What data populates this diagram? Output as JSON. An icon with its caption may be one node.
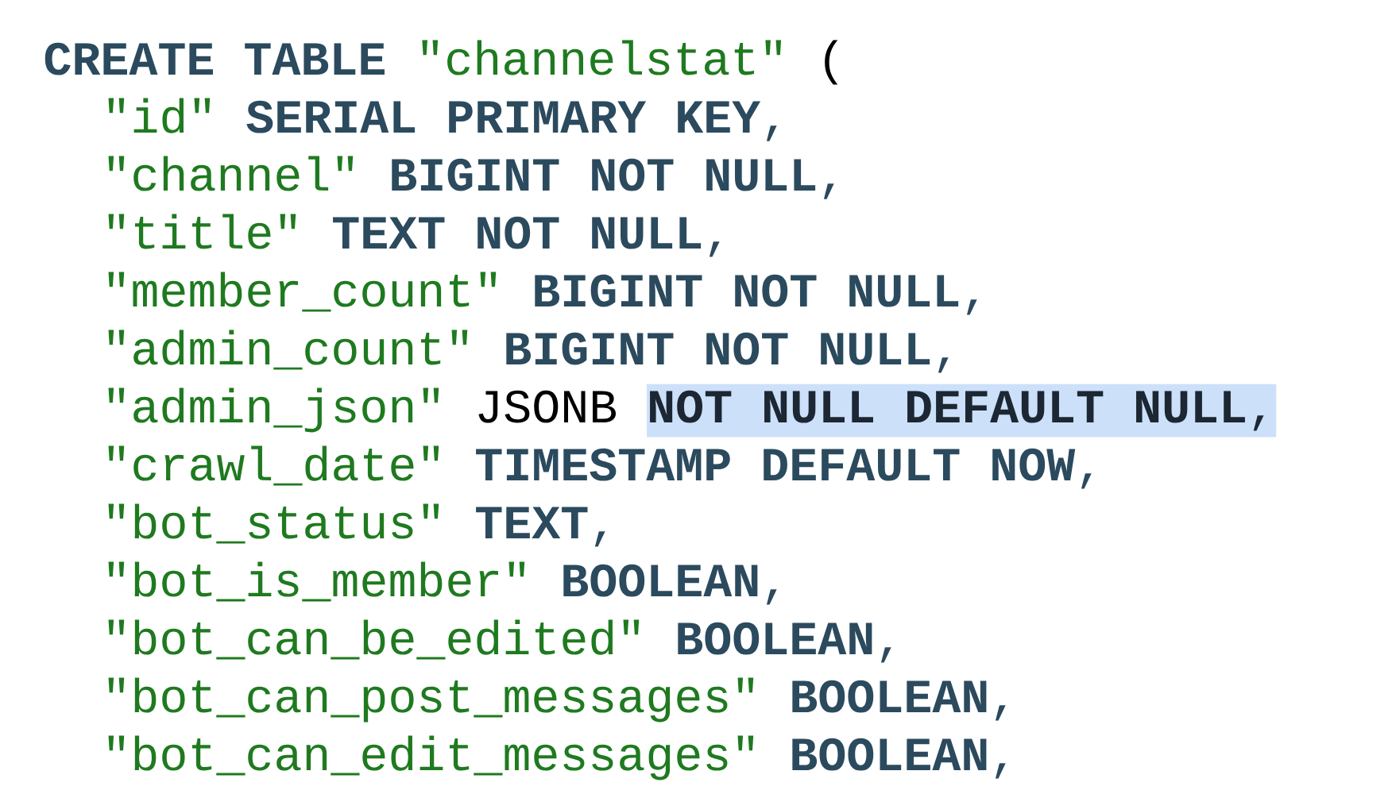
{
  "diagram": {
    "labels": [
      "CREATE TABLE",
      "\"channelstat\"",
      "(",
      "\"id\"",
      "**SERIAL PRIMARY KEY**,",
      "\"channel\"",
      "**BIGINT NOT NULL**,",
      "\"title\"",
      "**TEXT NOT NULL**,",
      "\"member_count\"",
      "**BIGINT NOT NULL**,",
      "\"admin_count\"",
      "**BIGINT NOT NULL**,",
      "\"admin_json\"",
      "JSONB",
      "**NOT NULL DEFAULT NULL**,",
      "\"crawl_date\"",
      "**TIMESTAMP DEFAULT NOW**,",
      "\"bot_status\"",
      "**TEXT**,",
      "\"bot_is_member\"",
      "**BOOLEAN**,",
      "\"bot_can_be_edited\"",
      "**BOOLEAN**,",
      "\"bot_can_post_messages\"",
      "**BOOLEAN**,",
      "\"bot_can_edit_messages\"",
      "**BOOLEAN**,"
    ]
  }
}
